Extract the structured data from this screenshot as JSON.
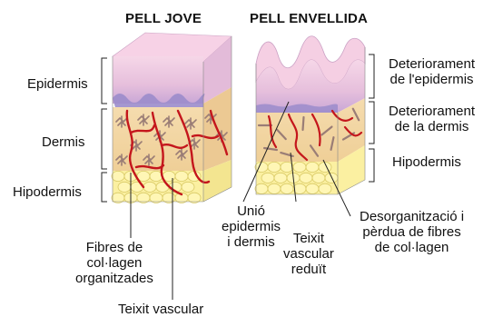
{
  "titles": {
    "young": "PELL JOVE",
    "aged": "PELL ENVELLIDA"
  },
  "left_labels": {
    "epidermis": "Epidermis",
    "dermis": "Dermis",
    "hypodermis": "Hipodermis"
  },
  "right_labels": {
    "epidermis_deterioration": "Deteriorament\nde l'epidermis",
    "dermis_deterioration": "Deteriorament\nde la dermis",
    "hypodermis": "Hipodermis"
  },
  "bottom_labels": {
    "organized_fibers": "Fibres de\ncol·lagen\norganitzades",
    "vascular_tissue": "Teixit vascular",
    "junction": "Unió\nepidermis\ni dermis",
    "reduced_vascular": "Teixit\nvascular\nreduït",
    "disorganization": "Desorganització i\npèrdua de fibres\nde col·lagen"
  },
  "colors": {
    "epidermis_top": "#f2c9df",
    "epidermis_mid": "#d7b3d6",
    "basal": "#8d7fc1",
    "dermis": "#f3d6a4",
    "dermis_dark": "#e9c48a",
    "hypodermis": "#fbf3a6",
    "fat_cell": "#fff7b8",
    "vessel": "#c4161c",
    "collagen": "#9a7d76",
    "line": "#222222"
  }
}
